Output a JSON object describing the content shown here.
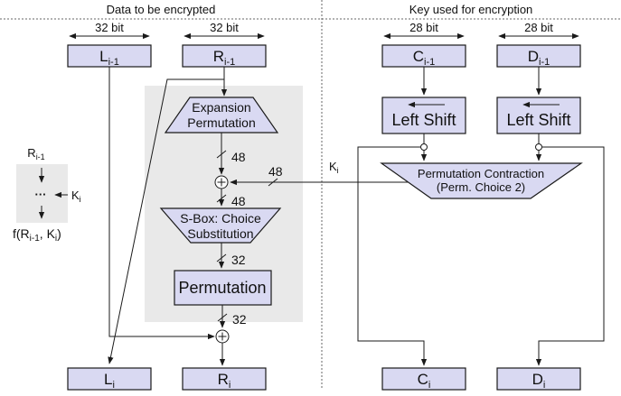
{
  "headers": {
    "data_section": "Data to be encrypted",
    "key_section": "Key used for encryption"
  },
  "bus_widths": {
    "data": "32 bit",
    "key": "28 bit",
    "expanded": "48",
    "word": "32"
  },
  "registers": {
    "l_prev": {
      "base": "L",
      "sub": "i-1"
    },
    "r_prev": {
      "base": "R",
      "sub": "i-1"
    },
    "c_prev": {
      "base": "C",
      "sub": "i-1"
    },
    "d_prev": {
      "base": "D",
      "sub": "i-1"
    },
    "l_next": {
      "base": "L",
      "sub": "i"
    },
    "r_next": {
      "base": "R",
      "sub": "i"
    },
    "c_next": {
      "base": "C",
      "sub": "i"
    },
    "d_next": {
      "base": "D",
      "sub": "i"
    }
  },
  "blocks": {
    "expansion": {
      "line1": "Expansion",
      "line2": "Permutation"
    },
    "sbox": {
      "line1": "S-Box: Choice",
      "line2": "Substitution"
    },
    "permutation": {
      "label": "Permutation"
    },
    "left_shift": {
      "label": "Left Shift"
    },
    "pc2": {
      "line1": "Permutation Contraction",
      "line2": "(Perm. Choice 2)"
    }
  },
  "wire_labels": {
    "key": {
      "base": "K",
      "sub": "i"
    }
  },
  "legend": {
    "input": {
      "base": "R",
      "sub": "i-1"
    },
    "dots": "···",
    "key": {
      "base": "K",
      "sub": "i"
    },
    "output": {
      "p1": "f(R",
      "s1": "i-1",
      "p2": ", K",
      "s2": "i",
      "p3": ")"
    }
  },
  "colors": {
    "box_fill": "#d9d9f2",
    "panel_fill": "#e9e9e9",
    "line": "#1a1a1a",
    "background": "#ffffff"
  }
}
